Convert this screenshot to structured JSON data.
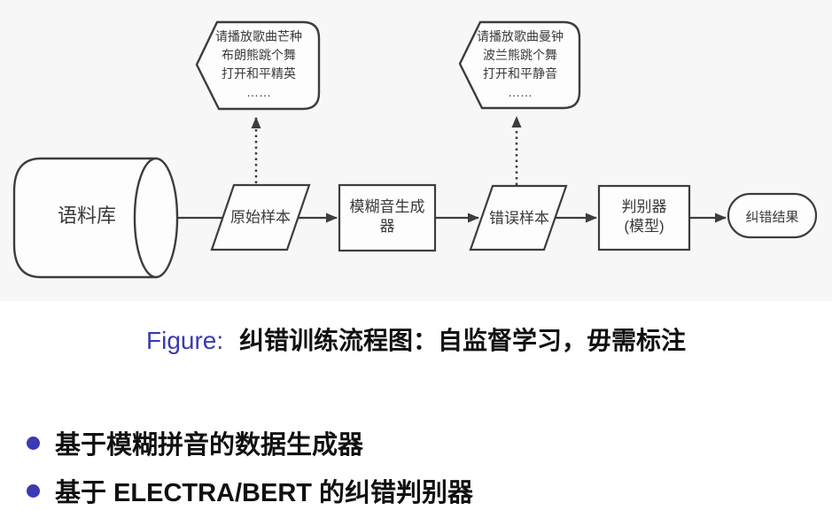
{
  "colors": {
    "accent": "#3a3ab4",
    "diagram_background": "#f7f7f7",
    "shape_stroke": "#3d3d3d",
    "shape_fill": "#fdfdfd",
    "text": "#111111"
  },
  "flow": {
    "nodes": [
      {
        "id": "corpus",
        "shape": "cylinder",
        "label": "语料库"
      },
      {
        "id": "original-sample",
        "shape": "parallelogram",
        "label": "原始样本"
      },
      {
        "id": "fuzzy-generator",
        "shape": "rect",
        "lines": [
          "模糊音生成",
          "器"
        ]
      },
      {
        "id": "error-sample",
        "shape": "parallelogram",
        "label": "错误样本"
      },
      {
        "id": "discriminator",
        "shape": "rect",
        "lines": [
          "判别器",
          "(模型)"
        ]
      },
      {
        "id": "result",
        "shape": "stadium",
        "label": "纠错结果"
      }
    ],
    "callouts": [
      {
        "id": "callout-original",
        "lines": [
          "请播放歌曲芒种",
          "布朗熊跳个舞",
          "打开和平精英",
          "……"
        ]
      },
      {
        "id": "callout-error",
        "lines": [
          "请播放歌曲曼钟",
          "波兰熊跳个舞",
          "打开和平静音",
          "……"
        ]
      }
    ]
  },
  "caption": {
    "prefix": "Figure:",
    "text": "纠错训练流程图：自监督学习，毋需标注"
  },
  "bullets": [
    {
      "text": "基于模糊拼音的数据生成器"
    },
    {
      "text": "基于 ELECTRA/BERT 的纠错判别器"
    }
  ]
}
